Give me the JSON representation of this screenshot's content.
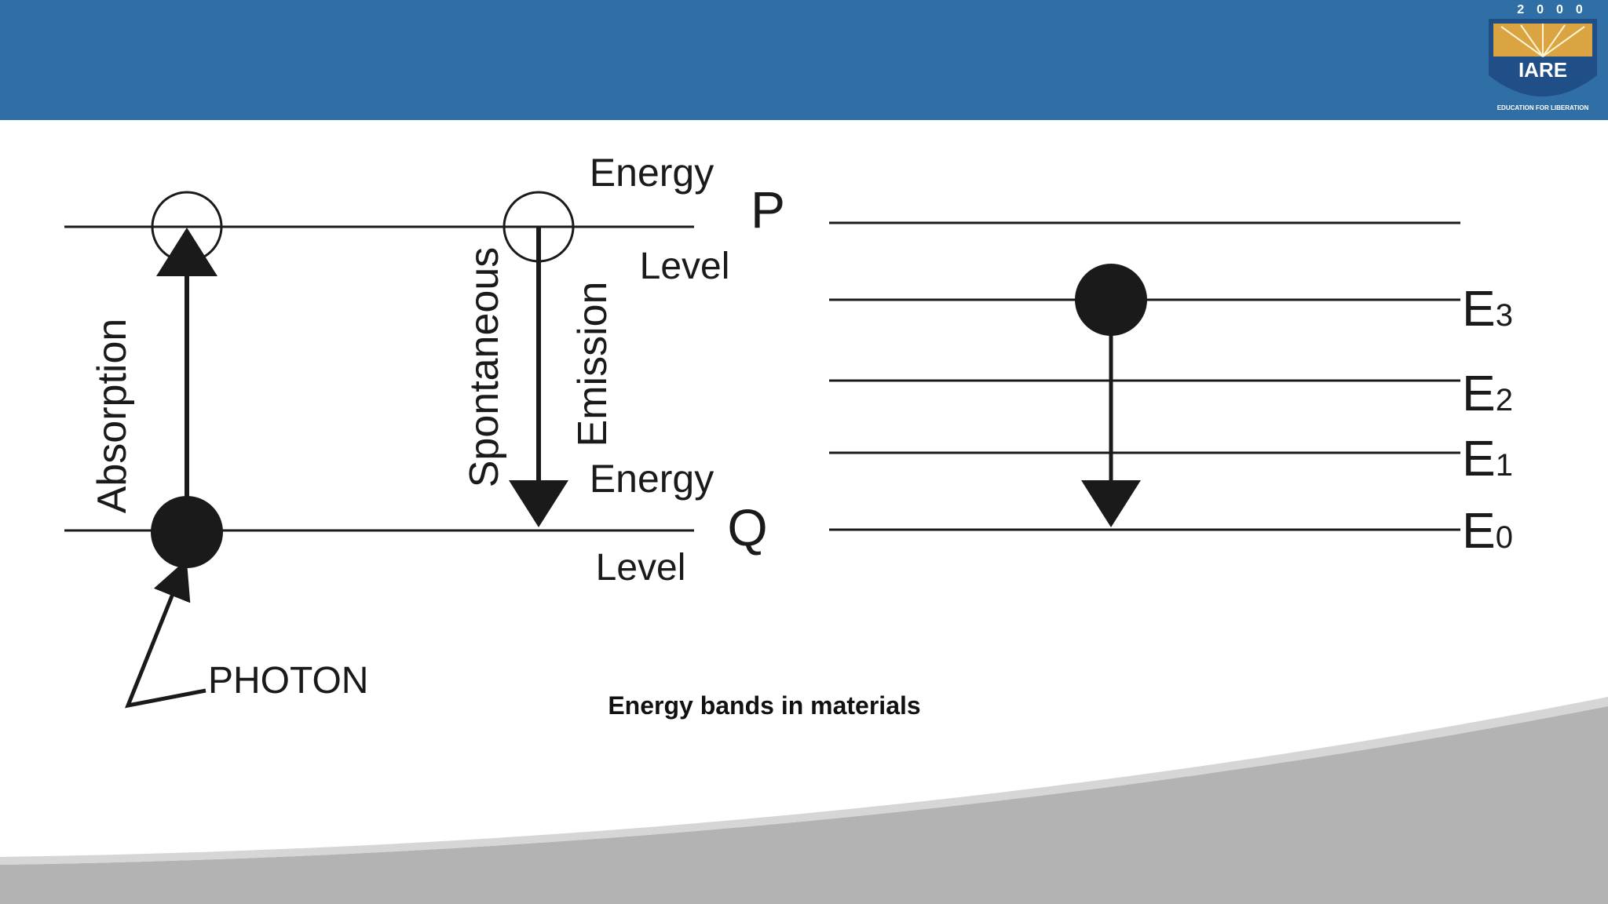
{
  "slide": {
    "caption": "Energy bands in materials",
    "colors": {
      "header": "#2f6fa5",
      "footer": "#b3b3b3",
      "logo_blue": "#1f4f86",
      "logo_gold": "#d9a441"
    }
  },
  "logo": {
    "year": "2000",
    "name": "IARE",
    "motto": "EDUCATION FOR LIBERATION"
  },
  "left_diagram": {
    "upper_level": {
      "letter": "P",
      "label_top": "Energy",
      "label_bottom": "Level"
    },
    "lower_level": {
      "letter": "Q",
      "label_top": "Energy",
      "label_bottom": "Level"
    },
    "absorption_label": "Absorption",
    "spontaneous_label": "Spontaneous",
    "emission_label": "Emission",
    "photon_label": "PHOTON"
  },
  "right_diagram": {
    "levels": [
      {
        "letter": "E",
        "sub": "3"
      },
      {
        "letter": "E",
        "sub": "2"
      },
      {
        "letter": "E",
        "sub": "1"
      },
      {
        "letter": "E",
        "sub": "0"
      }
    ]
  }
}
